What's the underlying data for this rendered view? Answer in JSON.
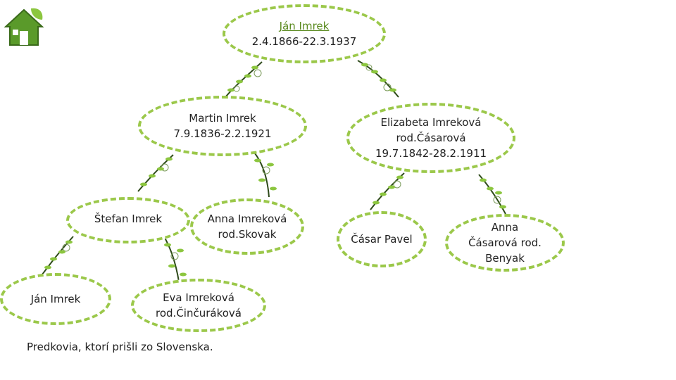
{
  "home_icon": "house-icon",
  "vine_icon": "vine-icon",
  "accent_color": "#9bc84a",
  "people": {
    "jan_imrek_top": {
      "name": "Ján Imrek",
      "dates": "2.4.1866-22.3.1937"
    },
    "martin_imrek": {
      "name": "Martin Imrek",
      "dates": "7.9.1836-2.2.1921"
    },
    "elizabeta": {
      "name": "Elizabeta Imreková",
      "maiden": "rod.Čásarová",
      "dates": "19.7.1842-28.2.1911"
    },
    "stefan_imrek": {
      "name": "Štefan Imrek"
    },
    "anna_imrekova": {
      "name": "Anna Imreková",
      "maiden": "rod.Skovak"
    },
    "casar_pavel": {
      "name": "Čásar Pavel"
    },
    "anna_casarova": {
      "line1": "Anna",
      "line2": "Čásarová rod.",
      "line3": "Benyak"
    },
    "jan_imrek_bottom": {
      "name": "Ján Imrek"
    },
    "eva_imrekova": {
      "name": "Eva Imreková",
      "maiden": "rod.Činčuráková"
    }
  },
  "caption": "Predkovia, ktorí prišli zo Slovenska."
}
